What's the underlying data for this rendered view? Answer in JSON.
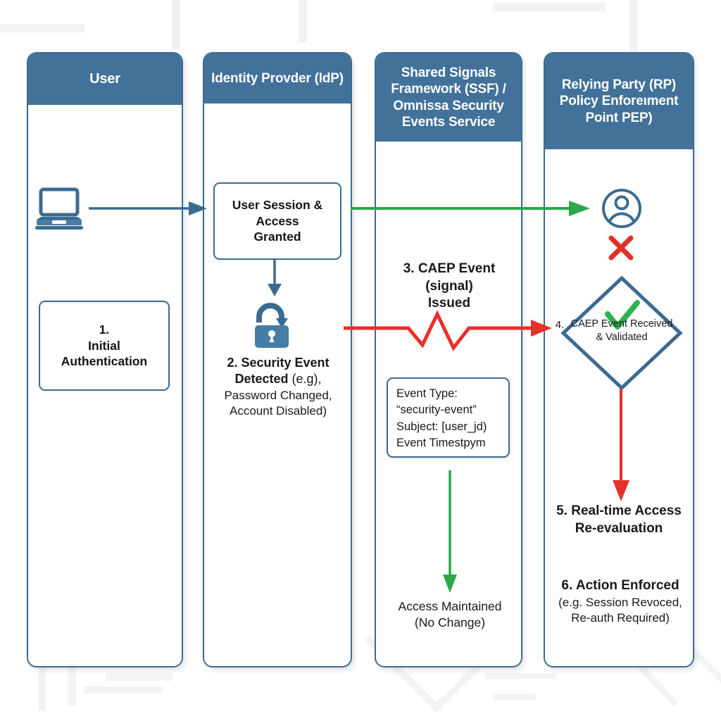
{
  "diagram": {
    "title": "CAEP / Shared Signals continuous access evaluation flow",
    "colors": {
      "lane_header_bg": "#42719a",
      "lane_border": "#3b6b91",
      "green": "#2ba84a",
      "red": "#e8302a",
      "text": "#17191c",
      "background": "#ffffff"
    }
  },
  "lanes": [
    {
      "id": "user",
      "header": "User",
      "icons": [
        {
          "name": "laptop-icon",
          "label": "laptop"
        }
      ],
      "nodes": [
        {
          "name": "initial-authentication-box",
          "lines": [
            "1.",
            "Initial",
            "Authentication"
          ]
        }
      ]
    },
    {
      "id": "idp",
      "header": "Identity Provder (IdP)",
      "icons": [
        {
          "name": "unlocked-padlock-icon",
          "label": "unlocked padlock"
        }
      ],
      "nodes": [
        {
          "name": "user-session-access-granted-box",
          "lines": [
            "User Session &",
            "Access",
            "Granted"
          ]
        }
      ],
      "texts": [
        {
          "name": "security-event-detected-label",
          "bold_part": "2. Security Event Detected",
          "rest": " (e.g),",
          "extra_lines": [
            "Password Changed,",
            "Account Disabled)"
          ]
        }
      ]
    },
    {
      "id": "ssf",
      "header": "Shared Signals Framework (SSF) / Omnissa Security Events Service",
      "texts": [
        {
          "name": "caep-event-issued-label",
          "lines": [
            "3. CAEP Event",
            "(signal)",
            "Issued"
          ]
        },
        {
          "name": "access-maintained-label",
          "lines": [
            "Access Maintained",
            "(No Change)"
          ]
        }
      ],
      "nodes": [
        {
          "name": "event-payload-box",
          "lines": [
            "Event Type:",
            "“security-event”",
            "Subject: [user_jd)",
            "Event Timestpуm"
          ]
        }
      ]
    },
    {
      "id": "rp",
      "header": "Relying Party (RP) Policy Enforeıment Point PEP)",
      "icons": [
        {
          "name": "user-avatar-icon",
          "label": "user avatar"
        },
        {
          "name": "red-x-icon",
          "label": "red cross"
        },
        {
          "name": "green-check-icon",
          "label": "green check"
        }
      ],
      "nodes": [
        {
          "name": "caep-event-received-validated-diamond",
          "step": "4.",
          "lines": [
            "CAEP Event Received",
            "& Validated"
          ]
        }
      ],
      "texts": [
        {
          "name": "realtime-access-reevaluation-label",
          "lines": [
            "5. Real-time Access",
            "Re-evaluation"
          ]
        },
        {
          "name": "action-enforced-label",
          "bold_part": "6. Action Enforced",
          "extra_lines": [
            "(e.g. Session Revoced,",
            "Re-auth Required)"
          ]
        }
      ]
    }
  ],
  "connectors": [
    {
      "name": "user-to-idp-arrow",
      "color": "#3b6b91",
      "style": "straight",
      "direction": "right"
    },
    {
      "name": "session-to-lock-arrow",
      "color": "#3b6b91",
      "style": "straight",
      "direction": "down"
    },
    {
      "name": "idp-to-rp-green-arrow",
      "color": "#2ba84a",
      "style": "straight",
      "direction": "right"
    },
    {
      "name": "idp-to-rp-red-signal-arrow",
      "color": "#e8302a",
      "style": "zigzag",
      "direction": "right"
    },
    {
      "name": "ssf-access-maintained-green-arrow",
      "color": "#2ba84a",
      "style": "straight",
      "direction": "down"
    },
    {
      "name": "diamond-to-reevaluation-red-arrow",
      "color": "#e8302a",
      "style": "straight",
      "direction": "down"
    }
  ]
}
